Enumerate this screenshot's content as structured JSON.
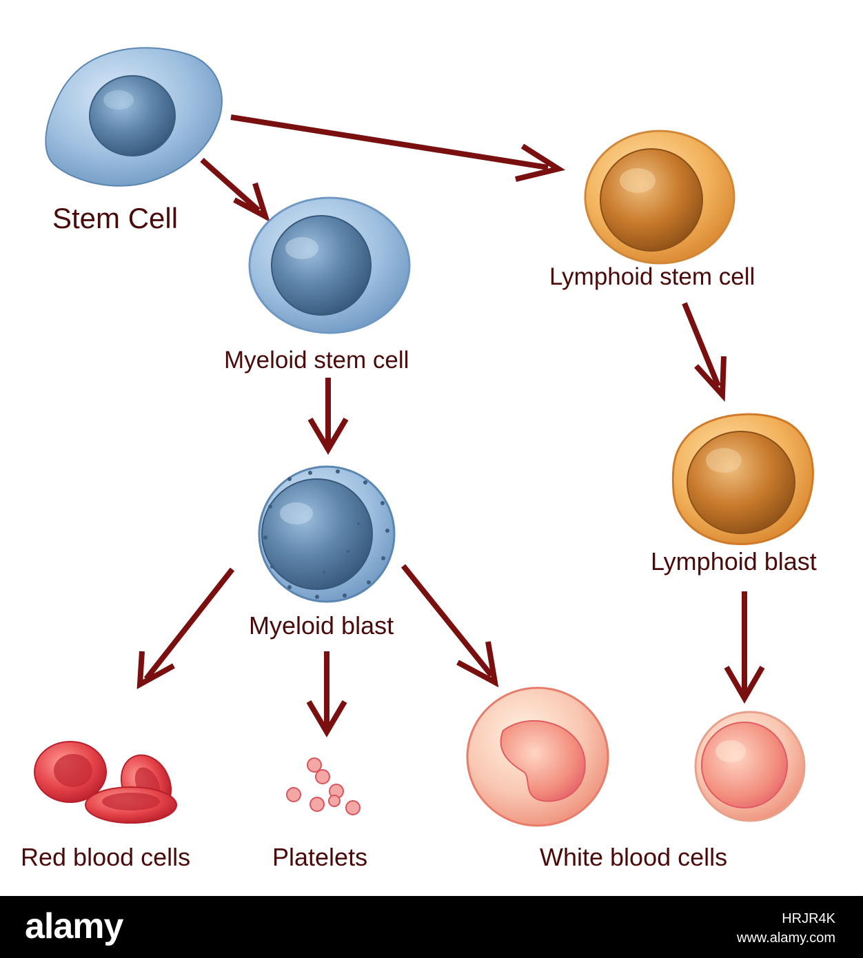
{
  "labels": {
    "stem_cell": "Stem Cell",
    "lymphoid_stem_cell": "Lymphoid stem cell",
    "myeloid_stem_cell": "Myeloid stem cell",
    "lymphoid_blast": "Lymphoid blast",
    "myeloid_blast": "Myeloid blast",
    "red_blood_cells": "Red blood cells",
    "platelets": "Platelets",
    "white_blood_cells": "White blood cells"
  },
  "footer": {
    "logo": "alamy",
    "image_id": "HRJR4K",
    "url": "www.alamy.com"
  },
  "colors": {
    "arrow": "#7a0f0f",
    "label": "#4a0a0a",
    "blue_cell": "#8fb4d8",
    "blue_nucleus": "#4f7496",
    "orange_cell": "#e8a04a",
    "red_cell": "#e0454a",
    "white_cell": "#f7b9a8"
  }
}
